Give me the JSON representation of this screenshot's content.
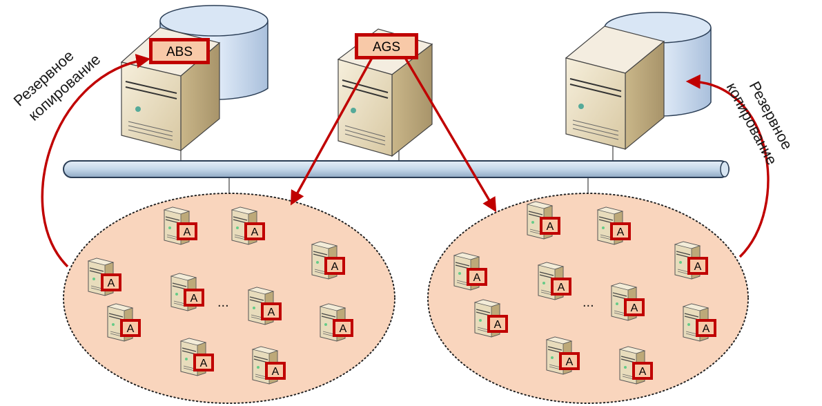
{
  "servers": {
    "backup": {
      "tag": "ABS"
    },
    "agent_gateway": {
      "tag": "AGS"
    }
  },
  "agent_tag": "A",
  "ellipsis": "...",
  "left_caption": [
    "Резервное",
    "копирование"
  ],
  "right_caption": [
    "Резервное",
    "копирование"
  ],
  "colors": {
    "arrow": "#c00000",
    "tag_fill": "#f8c9a8",
    "tag_border": "#c00000",
    "cluster_fill": "#f9d5bd",
    "bus_fill": "#c5d8ea",
    "bus_stroke": "#2a3d55",
    "disk_fill": "#cfe0f3",
    "server_fill": "#ece1c5"
  }
}
